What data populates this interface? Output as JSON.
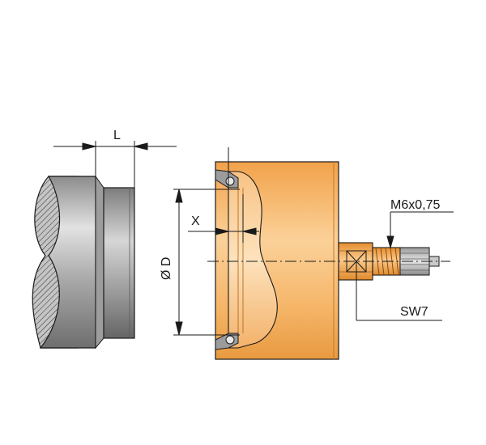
{
  "labels": {
    "length": "L",
    "offset": "X",
    "diameter": "Ø D",
    "thread": "M6x0,75",
    "wrench_size": "SW7"
  },
  "colors": {
    "body_orange": "#f5a94e",
    "thread_orange": "#f0a040",
    "shaft_grey": "#b3b3b3",
    "outline": "#1a1a1a"
  }
}
